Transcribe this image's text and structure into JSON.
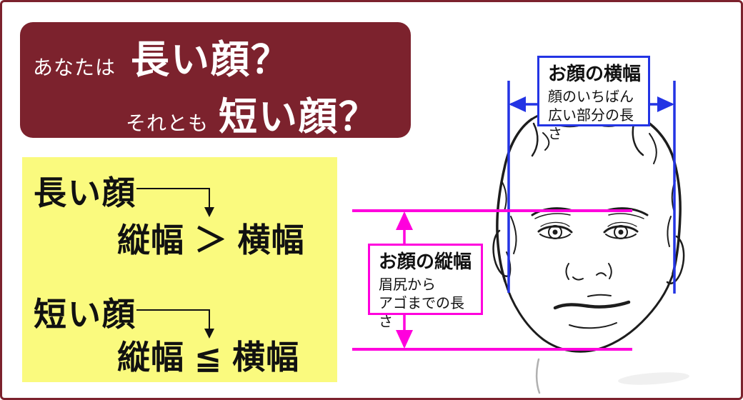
{
  "colors": {
    "maroon": "#7c222d",
    "yellow": "#fafa7e",
    "blue": "#2334e4",
    "magenta": "#ff00dd",
    "ink": "#111111"
  },
  "title_card": {
    "line1_small": "あなたは",
    "line1_big": "長い顔？",
    "line2_small": "それとも",
    "line2_big": "短い顔？"
  },
  "rules_card": {
    "rule1_label": "長い顔",
    "rule1_formula": "縦幅 ＞ 横幅",
    "rule2_label": "短い顔",
    "rule2_formula": "縦幅 ≦ 横幅"
  },
  "width_callout": {
    "title": "お顔の横幅",
    "desc": "顔のいちばん\n広い部分の長さ"
  },
  "height_callout": {
    "title": "お顔の縦幅",
    "desc": "眉尻から\nアゴまでの長さ"
  }
}
